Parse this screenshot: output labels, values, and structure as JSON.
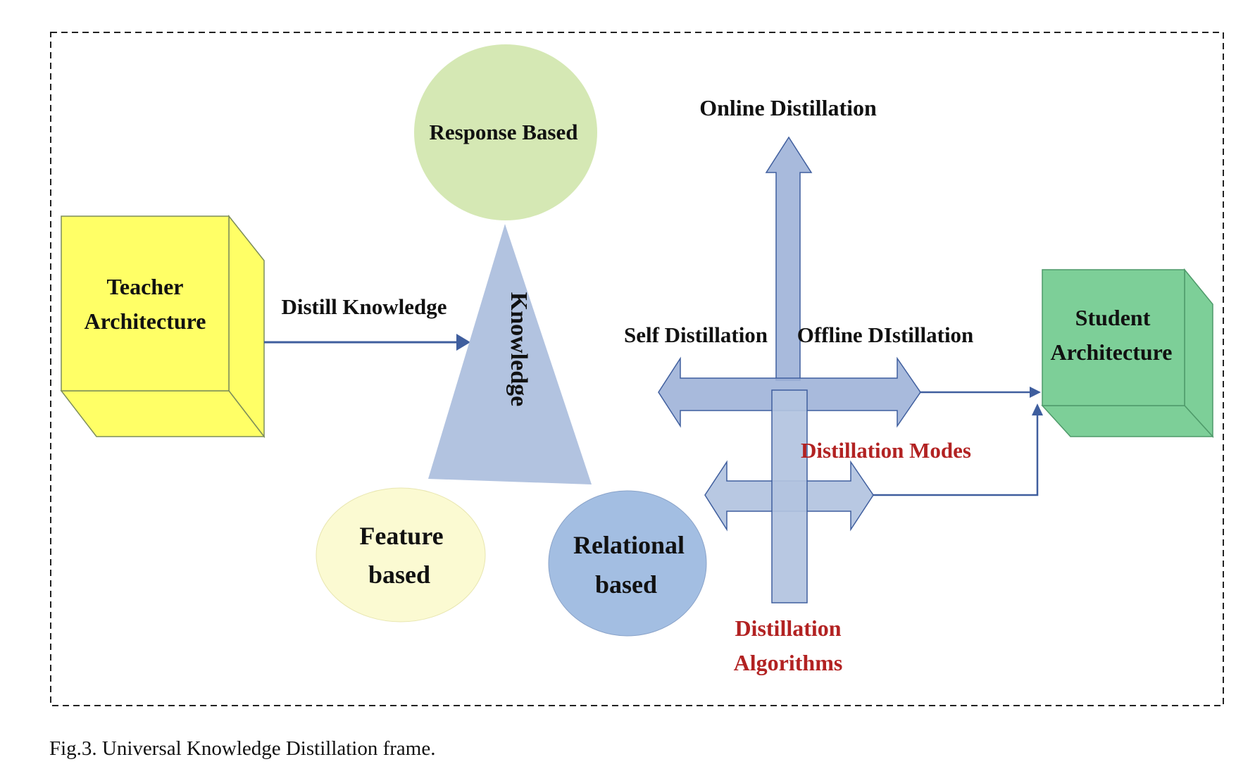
{
  "diagram": {
    "teacher": {
      "line1": "Teacher",
      "line2": "Architecture"
    },
    "student": {
      "line1": "Student",
      "line2": "Architecture"
    },
    "distill_label": "Distill Knowledge",
    "knowledge_label": "Knowledge",
    "response_label": "Response Based",
    "feature": {
      "line1": "Feature",
      "line2": "based"
    },
    "relational": {
      "line1": "Relational",
      "line2": "based"
    },
    "online_label": "Online Distillation",
    "self_label": "Self Distillation",
    "offline_label": "Offline DIstillation",
    "modes_label": "Distillation Modes",
    "algorithms": {
      "line1": "Distillation",
      "line2": "Algorithms"
    }
  },
  "caption": "Fig.3. Universal Knowledge Distillation frame.",
  "colors": {
    "teacher_fill": "#FFFF66",
    "student_fill": "#7DCF98",
    "response_fill": "#D5E8B4",
    "feature_fill": "#FBFAD2",
    "relational_fill": "#A3BEE2",
    "knowledge_fill": "#B2C3E0",
    "arrow_fill": "#9FB2D8",
    "arrow_line": "#3F5E9E",
    "highlight_text": "#B22222"
  }
}
